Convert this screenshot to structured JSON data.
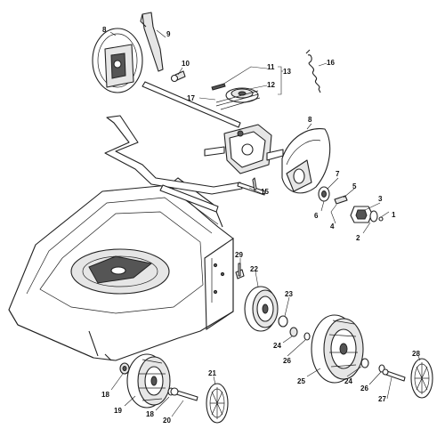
{
  "callouts": {
    "c1": "1",
    "c2": "2",
    "c3": "3",
    "c4": "4",
    "c5": "5",
    "c6": "6",
    "c7": "7",
    "c8a": "8",
    "c8b": "8",
    "c9": "9",
    "c10": "10",
    "c11": "11",
    "c12": "12",
    "c13": "13",
    "c15": "15",
    "c16": "16",
    "c17": "17",
    "c18a": "18",
    "c18b": "18",
    "c19": "19",
    "c20": "20",
    "c21": "21",
    "c22": "22",
    "c23": "23",
    "c24a": "24",
    "c24b": "24",
    "c25": "25",
    "c26a": "26",
    "c26b": "26",
    "c27": "27",
    "c28": "28",
    "c29": "29"
  }
}
